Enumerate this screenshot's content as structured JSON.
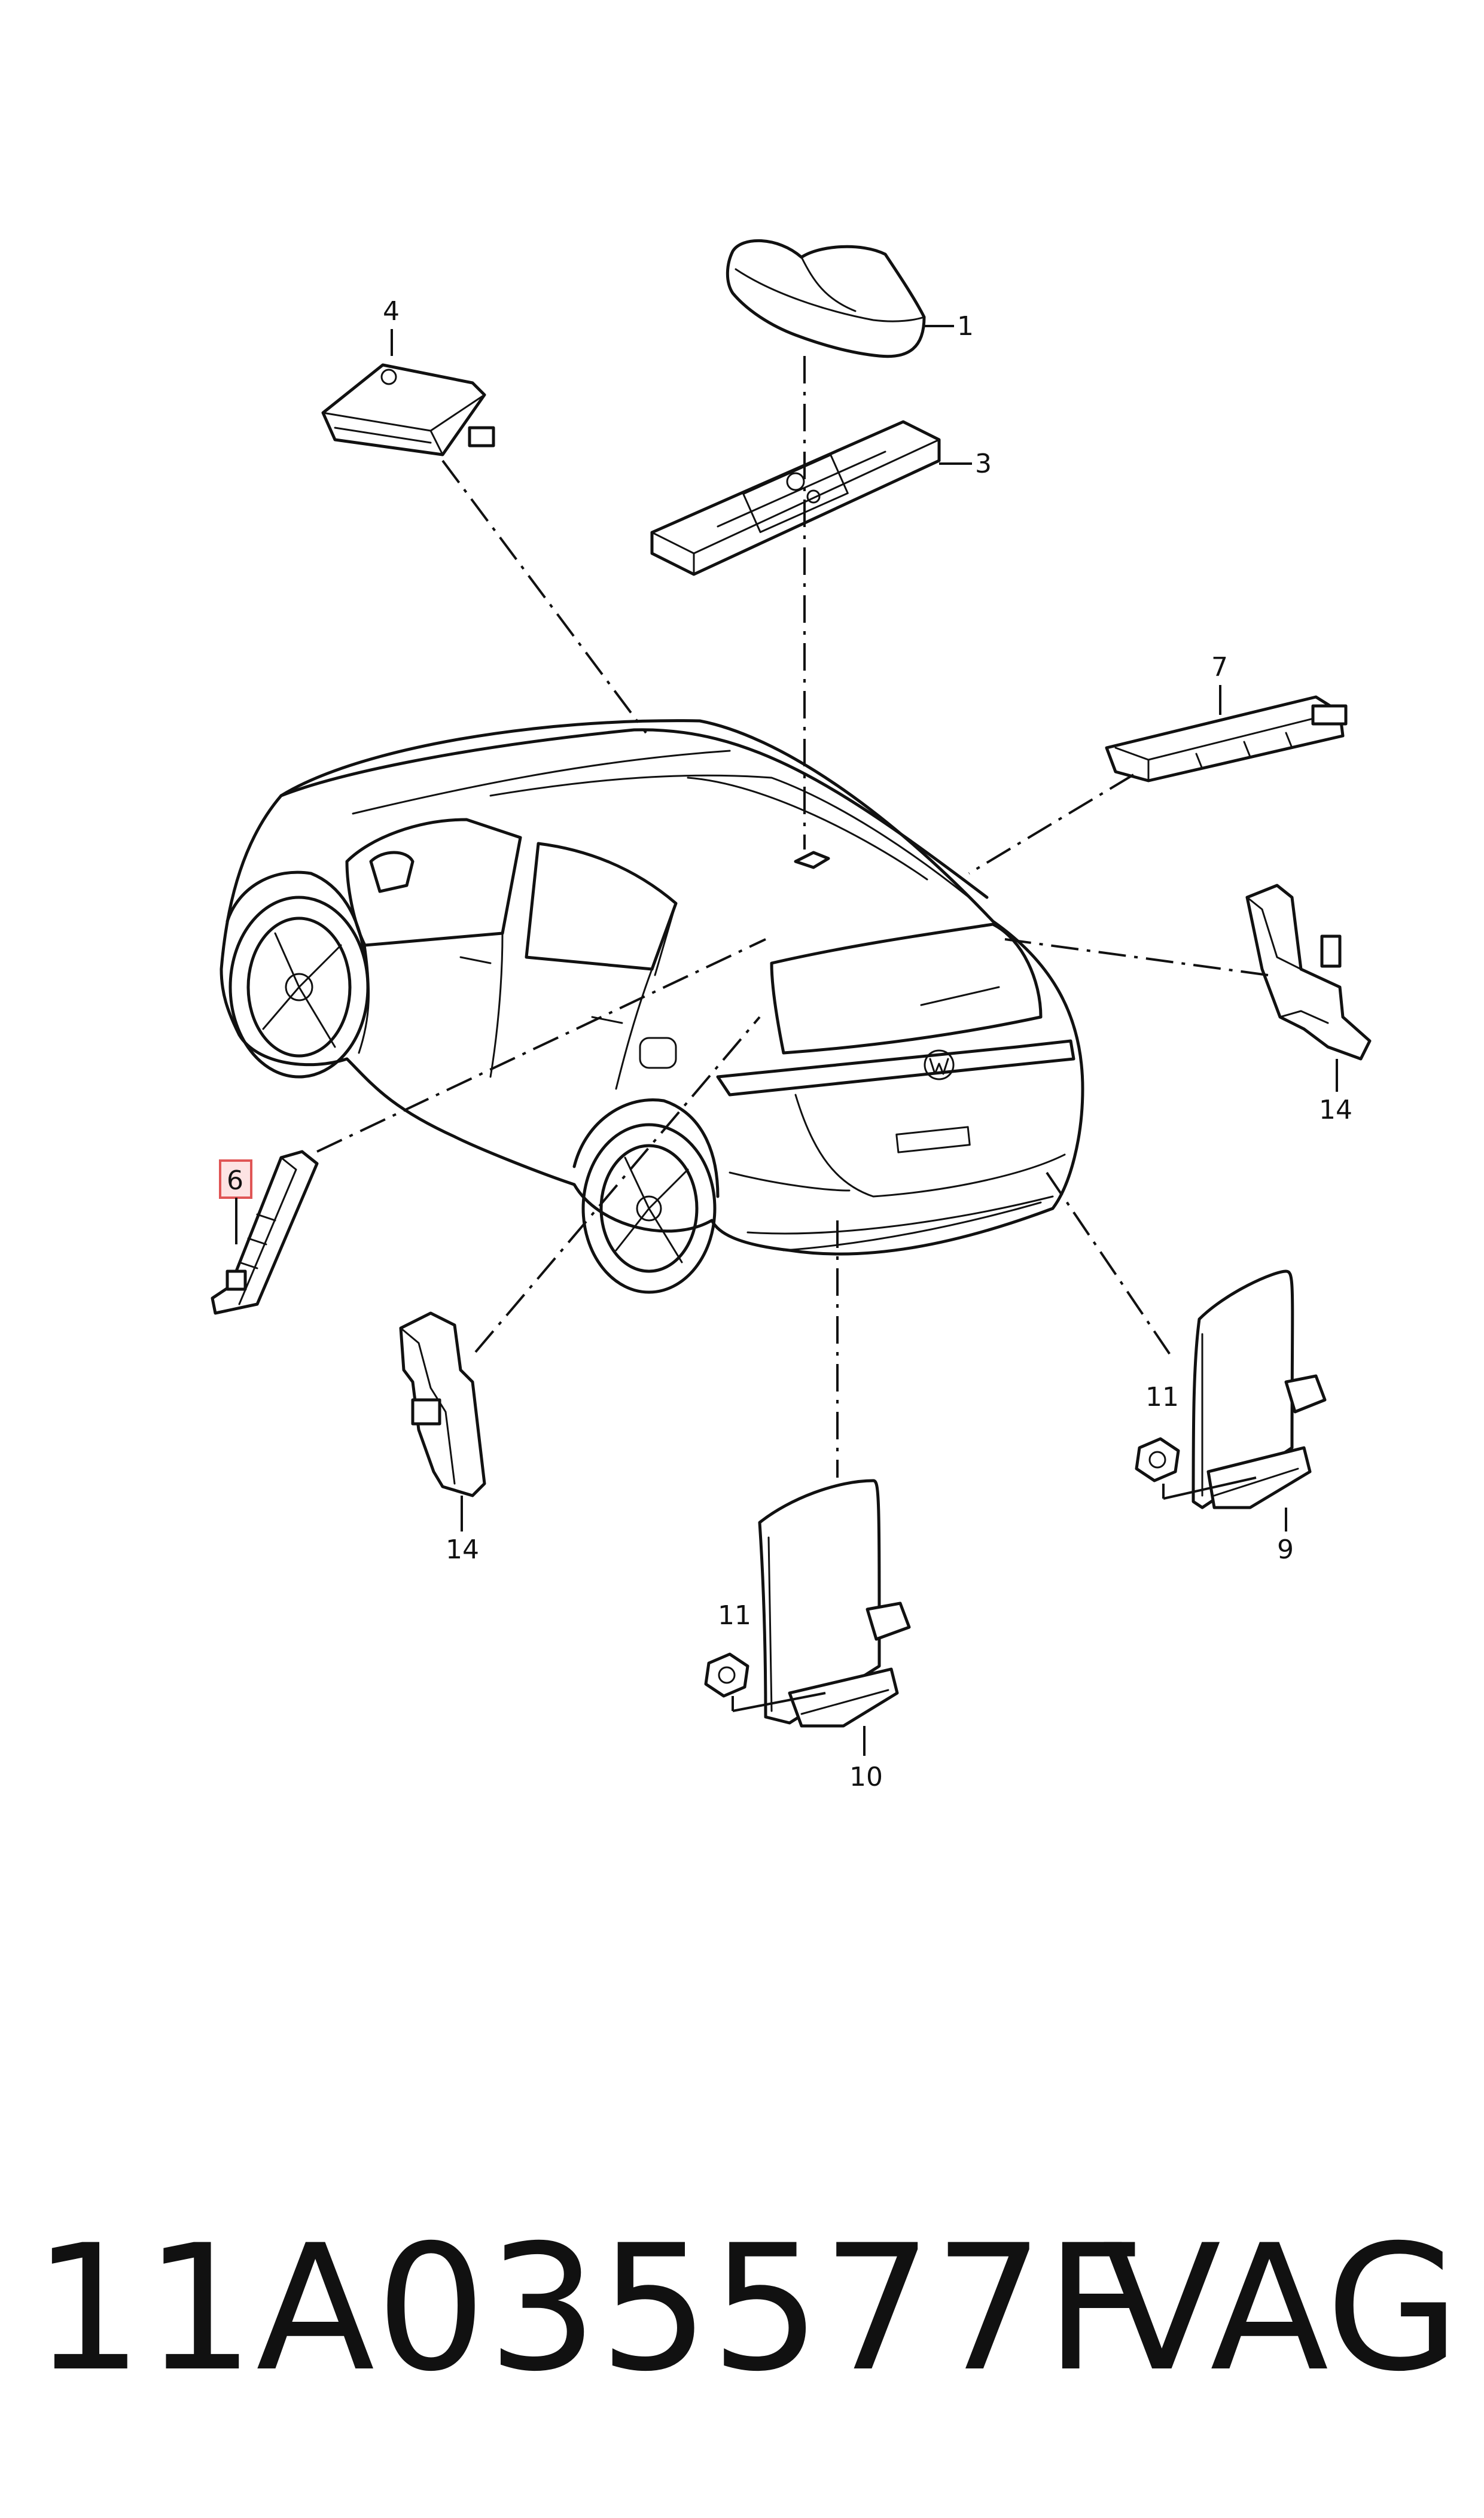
{
  "diagram": {
    "callouts": {
      "c1": "1",
      "c3": "3",
      "c4": "4",
      "c6": "6",
      "c7": "7",
      "c9": "9",
      "c10": "10",
      "c11a": "11",
      "c11b": "11",
      "c14a": "14",
      "c14b": "14"
    },
    "highlighted_callout": "6",
    "highlight_color": "#e05555"
  },
  "footer": {
    "part_number": "11A035577F",
    "brand": "VAG"
  }
}
